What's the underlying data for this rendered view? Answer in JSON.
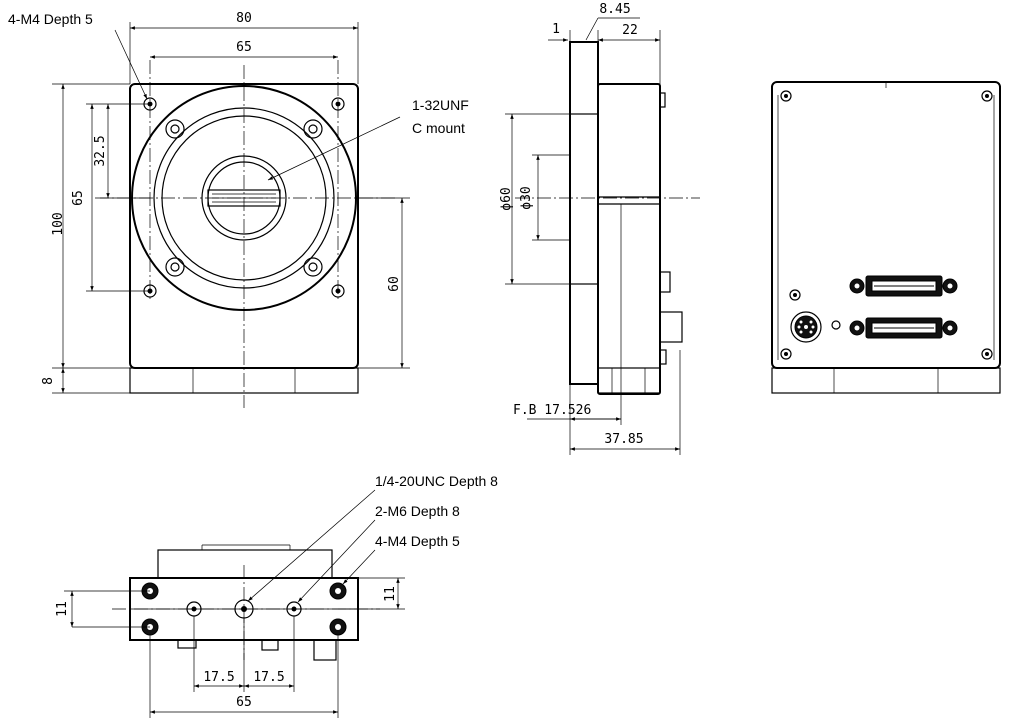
{
  "front": {
    "width_80": "80",
    "width_65": "65",
    "height_100": "100",
    "height_65": "65",
    "dim_32_5": "32.5",
    "dim_60": "60",
    "dim_8": "8",
    "note_holes": "4-M4 Depth 5",
    "note_mount_line1": "1-32UNF",
    "note_mount_line2": "C mount"
  },
  "side": {
    "dim_8_45": "8.45",
    "dim_1": "1",
    "dim_22": "22",
    "dia_60": "ϕ60",
    "dia_30": "ϕ30",
    "flange_back": "F.B 17.526",
    "depth_37_85": "37.85"
  },
  "bottom": {
    "note_tripod": "1/4-20UNC Depth 8",
    "note_m6": "2-M6 Depth 8",
    "note_m4": "4-M4 Depth 5",
    "dim_11_left": "11",
    "dim_11_right": "11",
    "dim_17_5_a": "17.5",
    "dim_17_5_b": "17.5",
    "dim_65": "65"
  }
}
